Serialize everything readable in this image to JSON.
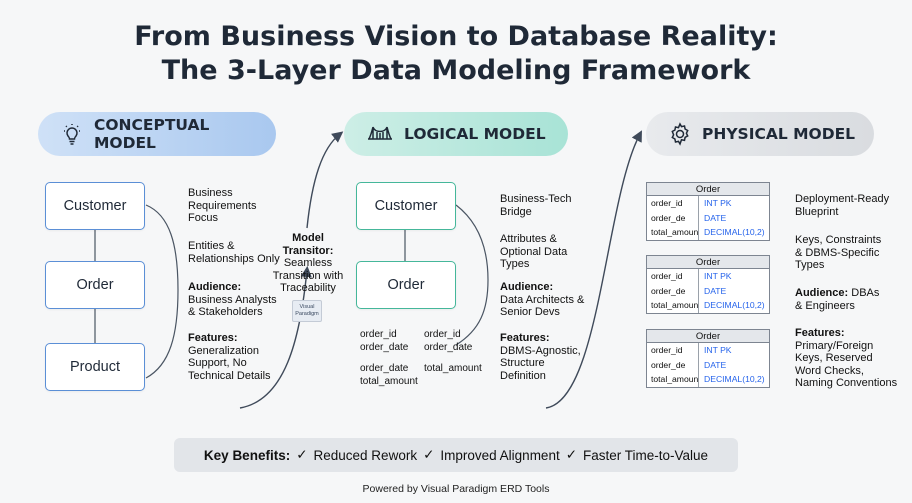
{
  "title": {
    "line1": "From Business Vision to Database Reality:",
    "line2": "The 3-Layer Data Modeling Framework"
  },
  "layers": {
    "conceptual": {
      "label": "CONCEPTUAL MODEL",
      "icon": "lightbulb-icon",
      "color": "#a9c8ef",
      "entities": [
        "Customer",
        "Order",
        "Product"
      ],
      "desc1": [
        "Business",
        "Requirements",
        "Focus"
      ],
      "desc2": [
        "Entities &",
        "Relationships Only"
      ],
      "audience_label": "Audience:",
      "audience": [
        "Business Analysts",
        "& Stakeholders"
      ],
      "features_label": "Features:",
      "features": [
        "Generalization",
        "Support, No",
        "Technical Details"
      ]
    },
    "logical": {
      "label": "LOGICAL MODEL",
      "icon": "bridge-icon",
      "color": "#a8e3d6",
      "entities": [
        "Customer",
        "Order"
      ],
      "attrs_col1": [
        "order_id",
        "order_date",
        "",
        "order_date",
        "total_amount"
      ],
      "attrs_col2": [
        "order_id",
        "order_date",
        "",
        "total_amount"
      ],
      "desc1": [
        "Business-Tech",
        "Bridge"
      ],
      "desc2": [
        "Attributes &",
        "Optional Data",
        "Types"
      ],
      "audience_label": "Audience:",
      "audience": [
        "Data Architects &",
        "Senior Devs"
      ],
      "features_label": "Features:",
      "features": [
        "DBMS-Agnostic,",
        "Structure",
        "Definition"
      ]
    },
    "physical": {
      "label": "PHYSICAL MODEL",
      "icon": "gear-icon",
      "color": "#d9dce0",
      "tables": [
        {
          "name": "Order",
          "rows": [
            [
              "order_id",
              "INT PK"
            ],
            [
              "order_de",
              "DATE"
            ],
            [
              "total_amount",
              "DECIMAL(10,2)"
            ]
          ]
        },
        {
          "name": "Order",
          "rows": [
            [
              "order_id",
              "INT PK"
            ],
            [
              "order_de",
              "DATE"
            ],
            [
              "total_amount",
              "DECIMAL(10,2)"
            ]
          ]
        },
        {
          "name": "Order",
          "rows": [
            [
              "order_id",
              "INT PK"
            ],
            [
              "order_de",
              "DATE"
            ],
            [
              "total_amount",
              "DECIMAL(10,2)"
            ]
          ]
        }
      ],
      "desc1": [
        "Deployment-Ready",
        "Blueprint"
      ],
      "desc2": [
        "Keys, Constraints",
        "& DBMS-Specific",
        "Types"
      ],
      "audience_label": "Audience:",
      "audience_inline": "DBAs",
      "audience": [
        "& Engineers"
      ],
      "features_label": "Features:",
      "features": [
        "Primary/Foreign",
        "Keys, Reserved",
        "Word Checks,",
        "Naming Conventions"
      ]
    }
  },
  "transition": {
    "title1": "Model",
    "title2": "Transitor:",
    "text": [
      "Seamless",
      "Transition with",
      "Traceability"
    ],
    "logo": [
      "Visual",
      "Paradigm"
    ]
  },
  "benefits": {
    "label": "Key Benefits:",
    "items": [
      "Reduced Rework",
      "Improved Alignment",
      "Faster Time-to-Value"
    ]
  },
  "footer": "Powered by Visual Paradigm ERD Tools"
}
